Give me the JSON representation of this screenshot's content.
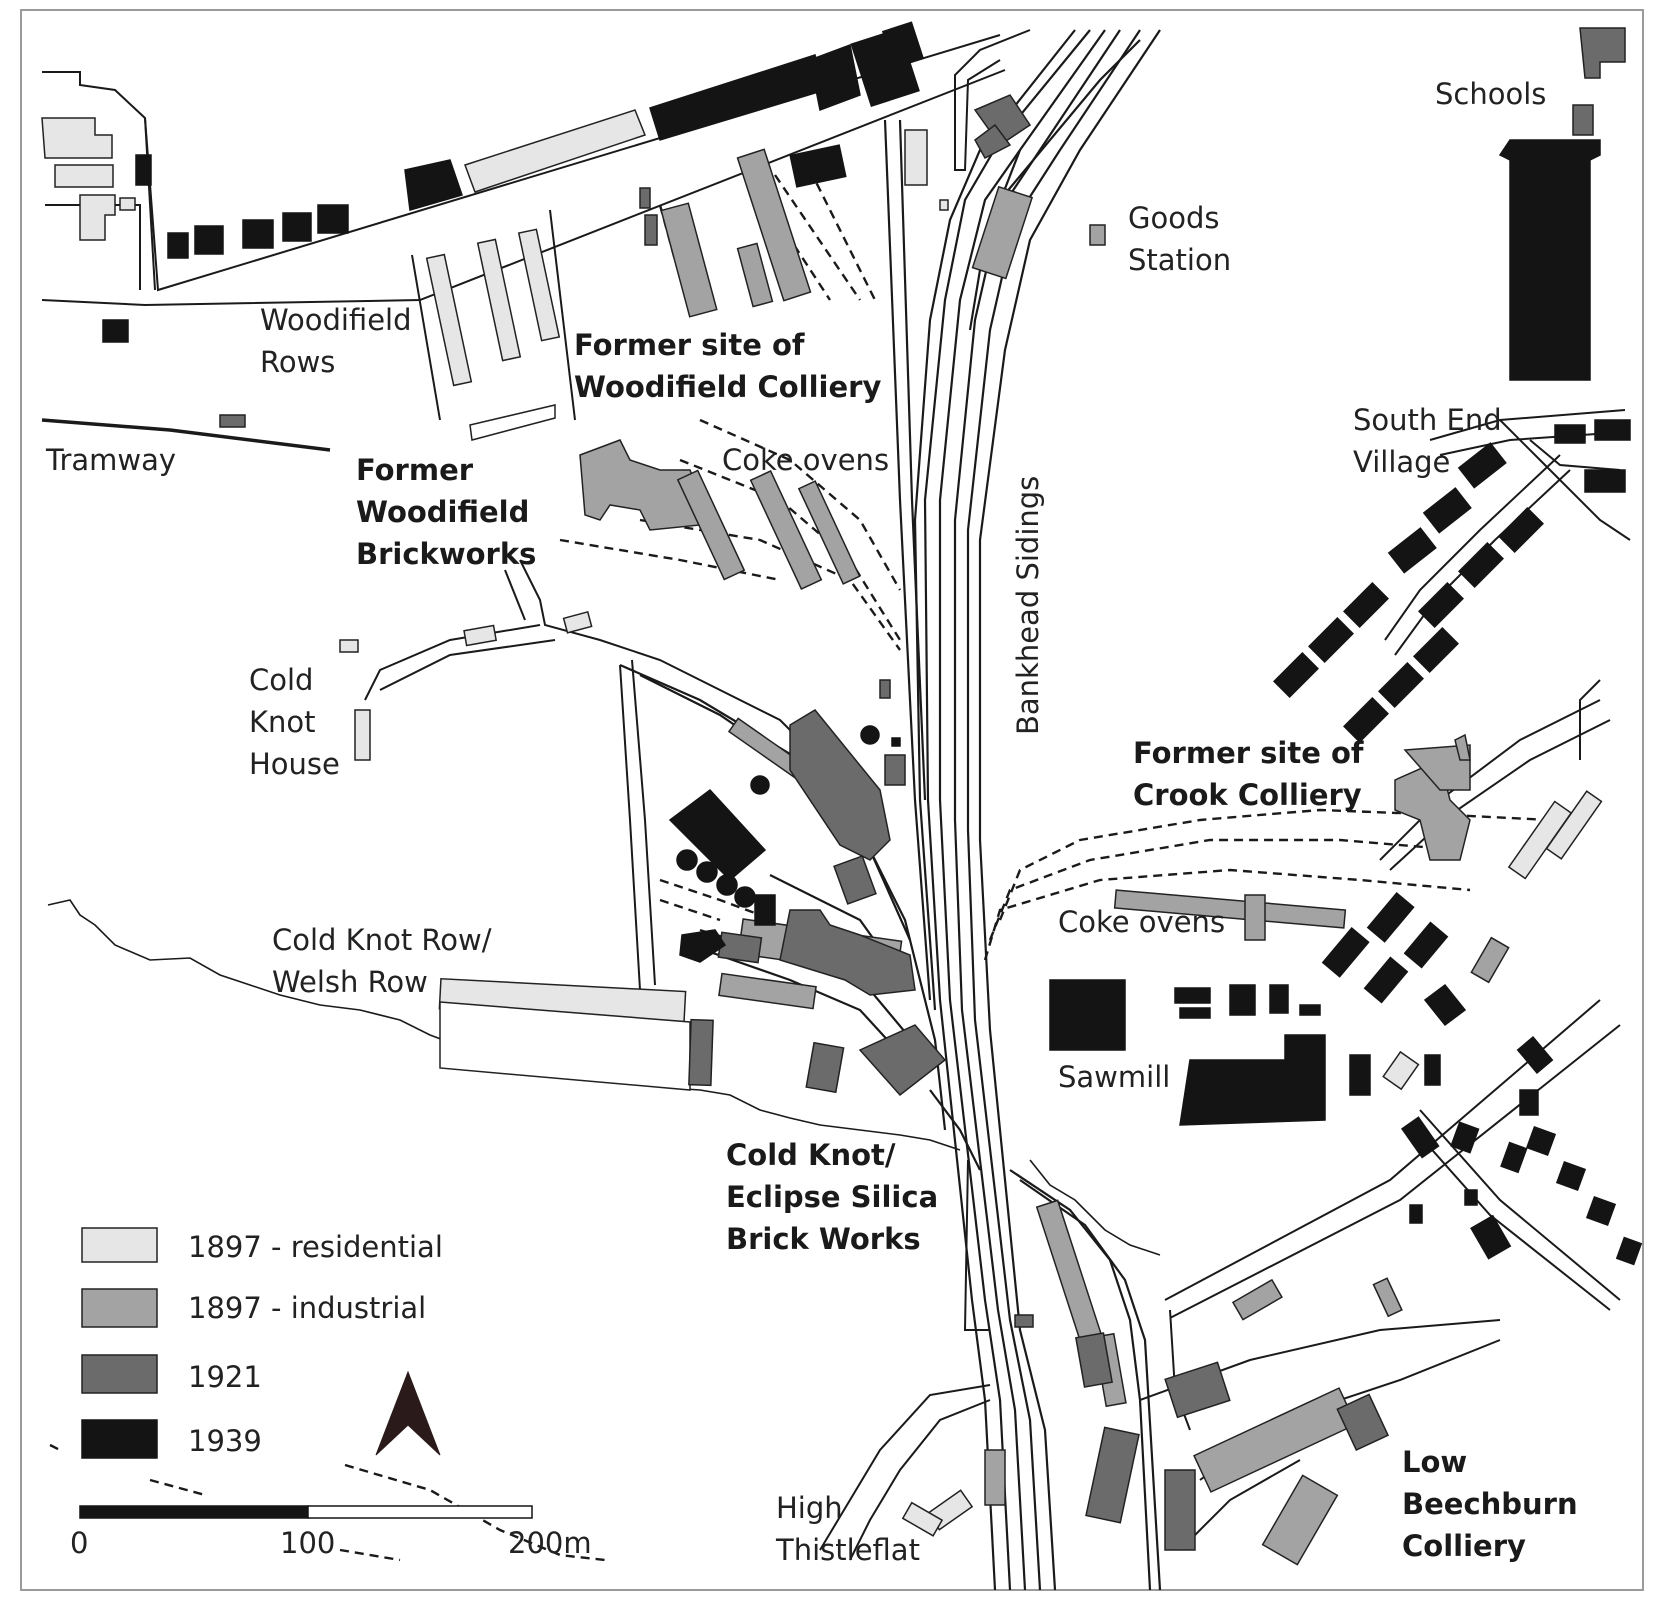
{
  "labels": {
    "schools": "Schools",
    "goods_station_1": "Goods",
    "goods_station_2": "Station",
    "woodifield_rows_1": "Woodifield",
    "woodifield_rows_2": "Rows",
    "woodifield_colliery_1": "Former site of",
    "woodifield_colliery_2": "Woodifield Colliery",
    "tramway": "Tramway",
    "coke_ovens_north": "Coke ovens",
    "woodifield_brickworks_1": "Former",
    "woodifield_brickworks_2": "Woodifield",
    "woodifield_brickworks_3": "Brickworks",
    "south_end_village_1": "South End",
    "south_end_village_2": "Village",
    "bankhead_sidings": "Bankhead Sidings",
    "cold_knot_house_1": "Cold",
    "cold_knot_house_2": "Knot",
    "cold_knot_house_3": "House",
    "crook_colliery_1": "Former site of",
    "crook_colliery_2": "Crook Colliery",
    "coke_ovens_east": "Coke ovens",
    "cold_knot_row_1": "Cold Knot Row/",
    "cold_knot_row_2": "Welsh Row",
    "sawmill": "Sawmill",
    "eclipse_1": "Cold Knot/",
    "eclipse_2": "Eclipse Silica",
    "eclipse_3": "Brick Works",
    "high_thistleflat_1": "High",
    "high_thistleflat_2": "Thistleflat",
    "low_beechburn_1": "Low",
    "low_beechburn_2": "Beechburn",
    "low_beechburn_3": "Colliery"
  },
  "legend": [
    {
      "label": "1897 - residential",
      "color": "#e6e6e6"
    },
    {
      "label": "1897 - industrial",
      "color": "#a3a3a3"
    },
    {
      "label": "1921",
      "color": "#6b6b6b"
    },
    {
      "label": "1939",
      "color": "#141414"
    }
  ],
  "scale_bar": {
    "tick0": "0",
    "tick1": "100",
    "tick2": "200m"
  },
  "north_arrow": "north-arrow-icon"
}
